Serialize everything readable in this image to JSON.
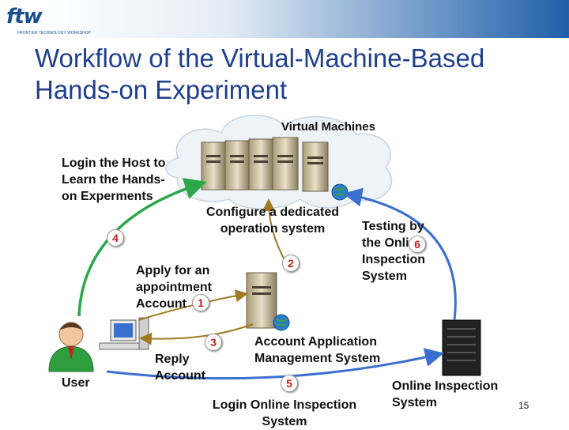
{
  "logo": {
    "mark": "ftw",
    "subtitle": "FRONTIER TECHNOLOGY WORKSHOP"
  },
  "title": "Workflow of the Virtual-Machine-Based Hands-on Experiment",
  "labels": {
    "virtual_machines": "Virtual Machines",
    "login_host": "Login the Host to Learn the Hands-on Experments",
    "configure": "Configure a dedicated operation system",
    "testing": "Testing by the Online Inspection System",
    "apply": "Apply for an appointment Account",
    "reply": "Reply Account",
    "user": "User",
    "account_app": "Account Application Management System",
    "online_inspection": "Online Inspection System",
    "login_online": "Login Online Inspection System"
  },
  "steps": {
    "s1": "1",
    "s2": "2",
    "s3": "3",
    "s4": "4",
    "s5": "5",
    "s6": "6"
  },
  "page_number": "15"
}
